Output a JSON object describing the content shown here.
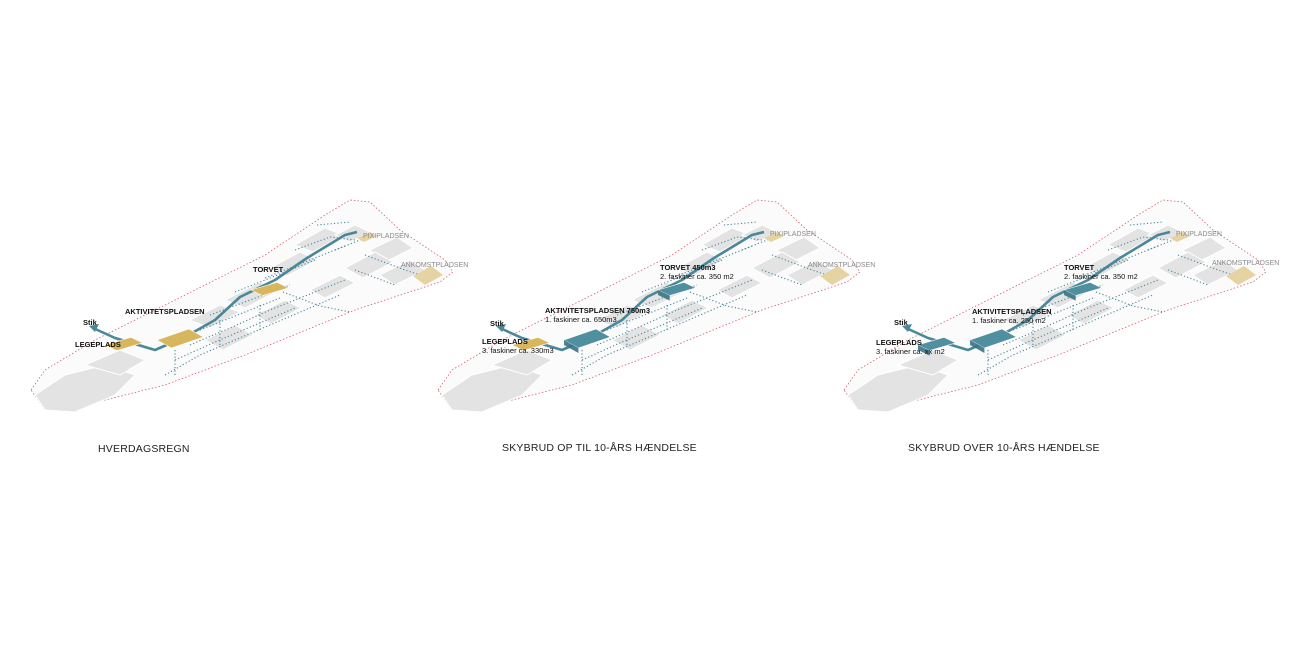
{
  "colors": {
    "basin_yellow": "#d8b65e",
    "basin_yellow_light": "#e6d3a3",
    "basin_blue": "#4f8fa0",
    "pipe": "#4a8798",
    "boundary": "#d0606a",
    "building": "#e3e3e3"
  },
  "panels": [
    {
      "caption": "HVERDAGSREGN",
      "stik": "Stik",
      "legeplads": {
        "title": "LEGEPLADS",
        "detail": "",
        "state": "yellow"
      },
      "aktivitet": {
        "title": "AKTIVITETSPLADSEN",
        "detail": "",
        "state": "yellow"
      },
      "torvet": {
        "title": "TORVET",
        "detail": "",
        "state": "yellow"
      },
      "pixi": "PIXIPLADSEN",
      "ankomst": "ANKOMSTPLADSEN"
    },
    {
      "caption": "SKYBRUD OP TIL 10-ÅRS HÆNDELSE",
      "stik": "Stik",
      "legeplads": {
        "title": "LEGEPLADS",
        "detail": "3. faskiner ca. 330m3",
        "state": "yellow"
      },
      "aktivitet": {
        "title": "AKTIVITETSPLADSEN 750m3",
        "detail": "1. faskiner ca. 650m3",
        "state": "blue"
      },
      "torvet": {
        "title": "TORVET 450m3",
        "detail": "2. faskiner ca. 350 m2",
        "state": "blue"
      },
      "pixi": "PIXIPLADSEN",
      "ankomst": "ANKOMSTPLADSEN"
    },
    {
      "caption": "SKYBRUD OVER 10-ÅRS HÆNDELSE",
      "stik": "Stik",
      "legeplads": {
        "title": "LEGEPLADS",
        "detail": "3. faskiner ca. xx m2",
        "state": "blue"
      },
      "aktivitet": {
        "title": "AKTIVITETSPLADSEN",
        "detail": "1. faskiner ca. 250 m2",
        "state": "blue"
      },
      "torvet": {
        "title": "TORVET",
        "detail": "2. faskiner ca. 350 m2",
        "state": "blue"
      },
      "pixi": "PIXIPLADSEN",
      "ankomst": "ANKOMSTPLADSEN"
    }
  ]
}
